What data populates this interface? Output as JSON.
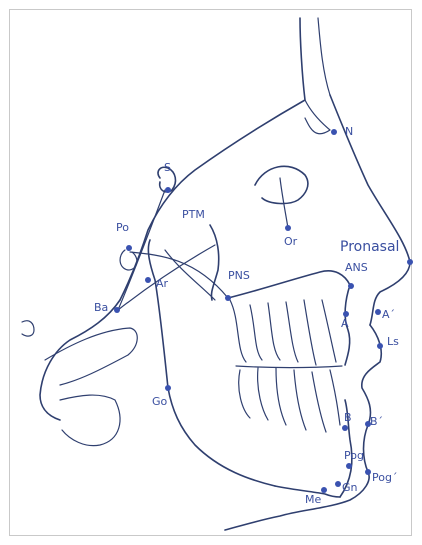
{
  "colors": {
    "stroke": "#2f3f6f",
    "point": "#3a52b0",
    "label": "#3a4fa0",
    "frame": "#c9c9c9"
  },
  "landmarks": {
    "N": "N",
    "S": "S",
    "Po": "Po",
    "PTM": "PTM",
    "Or": "Or",
    "Pronasal": "Pronasal",
    "ANS": "ANS",
    "PNS": "PNS",
    "Ar": "Ar",
    "Ba": "Ba",
    "A": "A",
    "A_soft": "A´",
    "Ls": "Ls",
    "Go": "Go",
    "B": "B",
    "B_soft": "B´",
    "Pog": "Pog",
    "Pog_soft": "Pog´",
    "Gn": "Gn",
    "Me": "Me"
  }
}
